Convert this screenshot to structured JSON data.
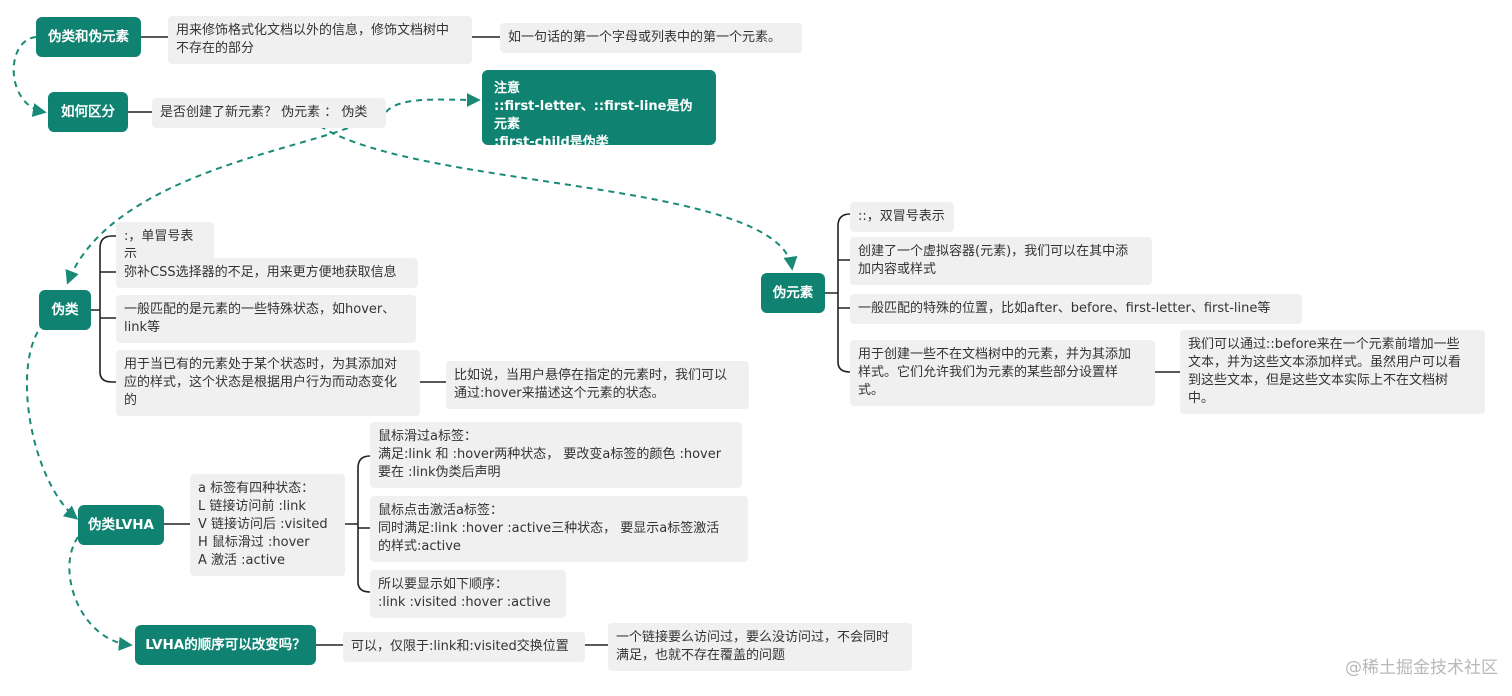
{
  "colors": {
    "main": "#0f8271",
    "leaf": "#f0f0f0",
    "dash": "#1a8a78",
    "line": "#222222"
  },
  "nodes": {
    "n_pseudo_both": "伪类和伪元素",
    "n_def": "用来修饰格式化文档以外的信息，修饰文档树中\n不存在的部分",
    "n_def_ex": "如一句话的第一个字母或列表中的第一个元素。",
    "n_distinguish": "如何区分",
    "n_question": "是否创建了新元素？ 伪元素 ： 伪类",
    "n_note": "注意\n::first-letter、::first-line是伪元素\n:first-child是伪类",
    "n_pclass": "伪类",
    "pc1": ":，单冒号表示",
    "pc2": "弥补CSS选择器的不足，用来更方便地获取信息",
    "pc3": "一般匹配的是元素的一些特殊状态，如hover、\nlink等",
    "pc4": "用于当已有的元素处于某个状态时，为其添加对\n应的样式，这个状态是根据用户行为而动态变化\n的",
    "pc4_ex": "比如说，当用户悬停在指定的元素时，我们可以\n通过:hover来描述这个元素的状态。",
    "n_pelem": "伪元素",
    "pe1": "::，双冒号表示",
    "pe2": "创建了一个虚拟容器(元素)，我们可以在其中添\n加内容或样式",
    "pe3": "一般匹配的特殊的位置，比如after、before、first-letter、first-line等",
    "pe4": "用于创建一些不在文档树中的元素，并为其添加\n样式。它们允许我们为元素的某些部分设置样\n式。",
    "pe4_ex": "我们可以通过::before来在一个元素前增加一些\n文本，并为这些文本添加样式。虽然用户可以看\n到这些文本，但是这些文本实际上不在文档树\n中。",
    "n_lvha": "伪类LVHA",
    "lvha_states": "a 标签有四种状态：\nL 链接访问前 :link\nV 链接访问后 :visited\nH 鼠标滑过 :hover\nA 激活 :active",
    "lv1": "鼠标滑过a标签：\n满足:link 和 :hover两种状态， 要改变a标签的颜色 :hover\n要在 :link伪类后声明",
    "lv2": "鼠标点击激活a标签：\n同时满足:link :hover :active三种状态， 要显示a标签激活\n的样式:active",
    "lv3": "所以要显示如下顺序：\n :link :visited :hover :active",
    "n_order": "LVHA的顺序可以改变吗？",
    "ord1": "可以，仅限于:link和:visited交换位置",
    "ord1_ex": "一个链接要么访问过，要么没访问过，不会同时\n满足，也就不存在覆盖的问题"
  },
  "watermark": "@稀土掘金技术社区"
}
